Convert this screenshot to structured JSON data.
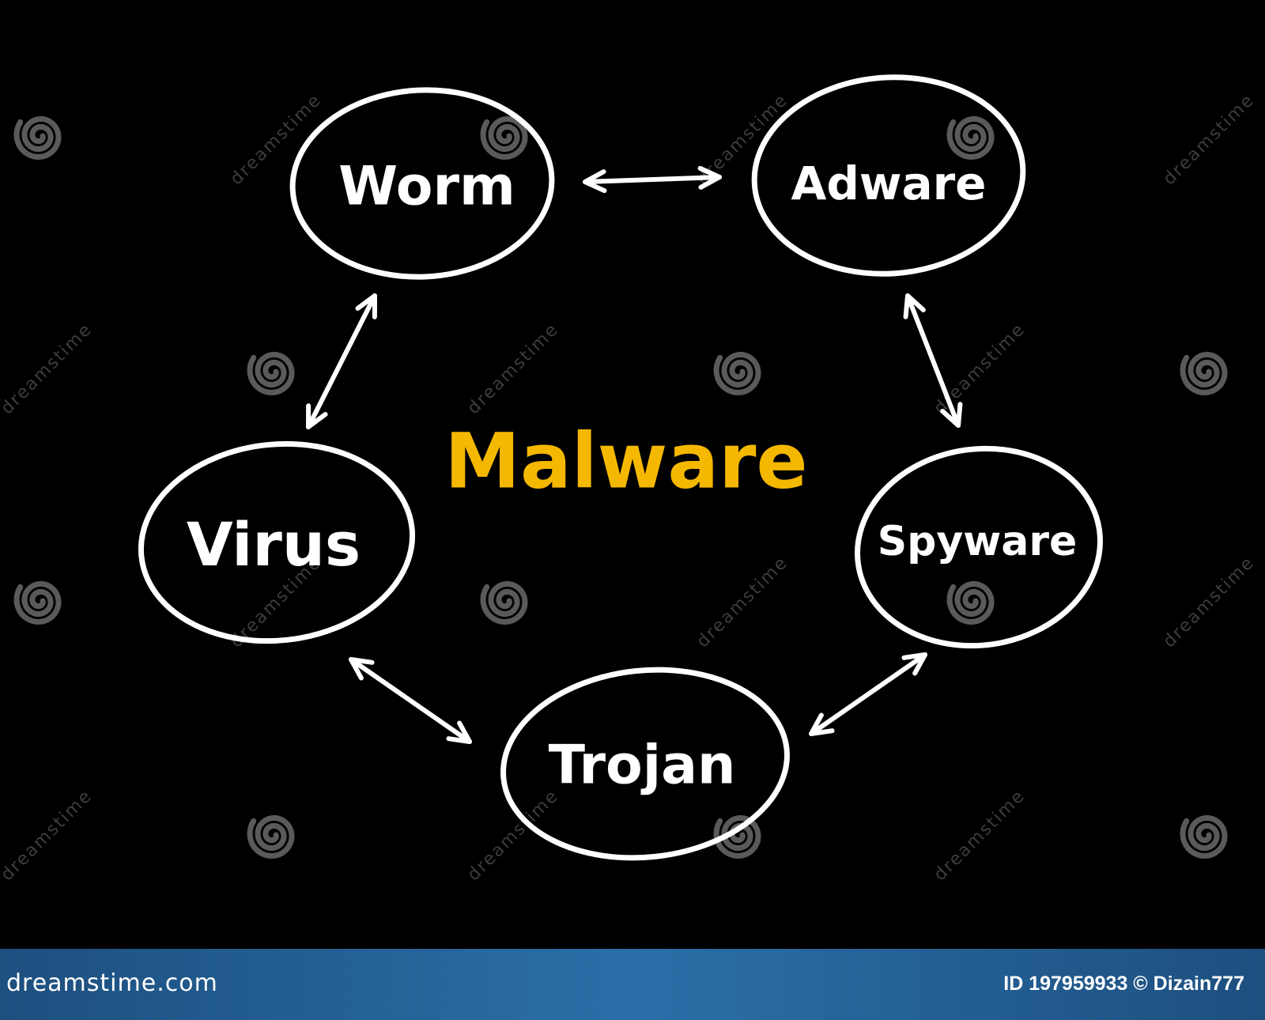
{
  "center": {
    "label": "Malware",
    "color": "#f5b800"
  },
  "nodes": {
    "worm": "Worm",
    "adware": "Adware",
    "virus": "Virus",
    "spyware": "Spyware",
    "trojan": "Trojan"
  },
  "watermark": {
    "text": "dreamstime",
    "icon": "spiral-logo-icon"
  },
  "footer": {
    "site": "dreamstime.com",
    "credit": "ID 197959933 © Dizain777"
  },
  "colors": {
    "background": "#000000",
    "stroke": "#ffffff",
    "accent": "#f5b800",
    "footer_bar": "#2a6fa8"
  }
}
